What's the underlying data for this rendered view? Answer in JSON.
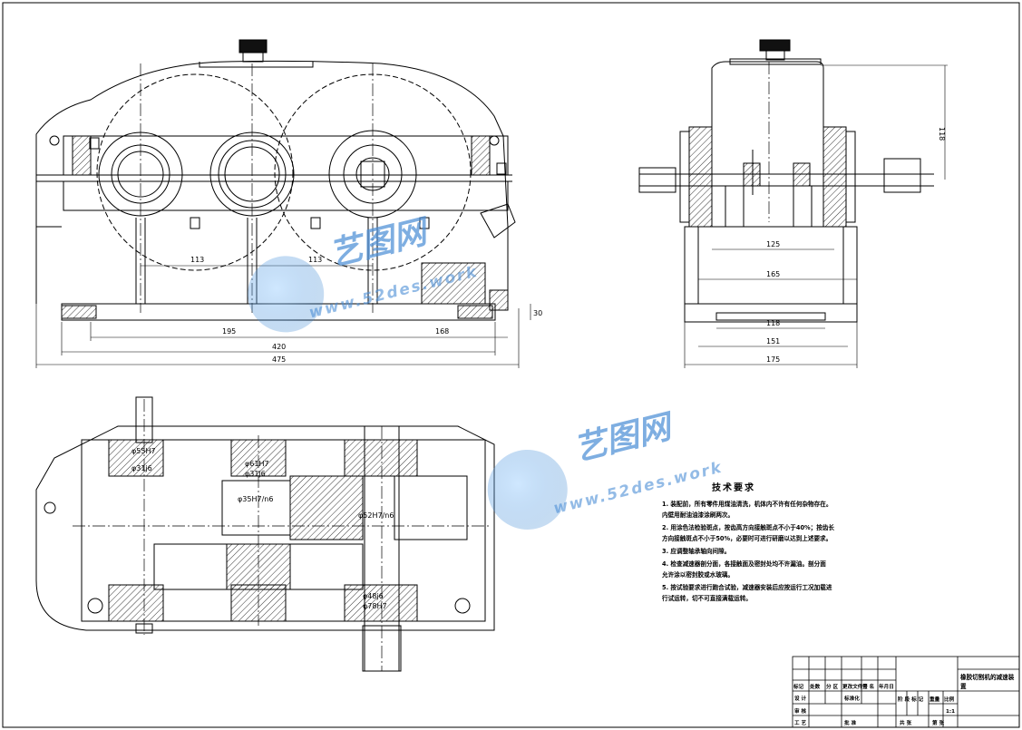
{
  "dimensions": {
    "front_view": [
      "113",
      "113",
      "195",
      "168",
      "420",
      "475",
      "30"
    ],
    "side_view": [
      "118",
      "125",
      "165",
      "118",
      "151",
      "175"
    ]
  },
  "fits": [
    "φ55H7",
    "φ31j6",
    "φ61H7",
    "φ31j6",
    "φ35H7/n6",
    "φ52H7/n6",
    "φ48j6",
    "φ78H7"
  ],
  "technical_requirements": {
    "title": "技术要求",
    "lines": [
      "1. 装配前，所有零件用煤油清洗，机体内不许有任何杂物存在。",
      "内壁用耐油油漆涂刷两次。",
      "2. 用涂色法检验斑点，按齿高方向接触斑点不小于40%；按齿长",
      "方向接触斑点不小于50%，必要时可进行研磨以达到上述要求。",
      "3. 应调整轴承轴向间隙。",
      "4. 检查减速器剖分面，各接触面及密封处均不许漏油。剖分面",
      "允许涂以密封胶或水玻璃。",
      "5. 按试验要求进行跑合试验，减速器安装后应按运行工况加载进",
      "行试运转，切不可直接满载运转。"
    ]
  },
  "title_block": {
    "drawing_title_line1": "橡胶切割机的减速装",
    "drawing_title_line2": "置",
    "row_labels": [
      "标记",
      "处数",
      "分 区",
      "更改文件号",
      "签 名",
      "年月日"
    ],
    "designer_label": "设 计",
    "standardization_label": "标准化",
    "review_label": "审 核",
    "process_label": "工 艺",
    "approve_label": "批 准",
    "stage_label": "阶 段 标 记",
    "weight_label": "重量",
    "scale_label": "比例",
    "scale_value": "1:1",
    "total_sheets_label": "共 张",
    "sheet_label": "第 张"
  },
  "watermarks": [
    {
      "main": "艺图网",
      "sub": "www.52des.work"
    },
    {
      "main": "艺图网",
      "sub": "www.52des.work"
    }
  ]
}
